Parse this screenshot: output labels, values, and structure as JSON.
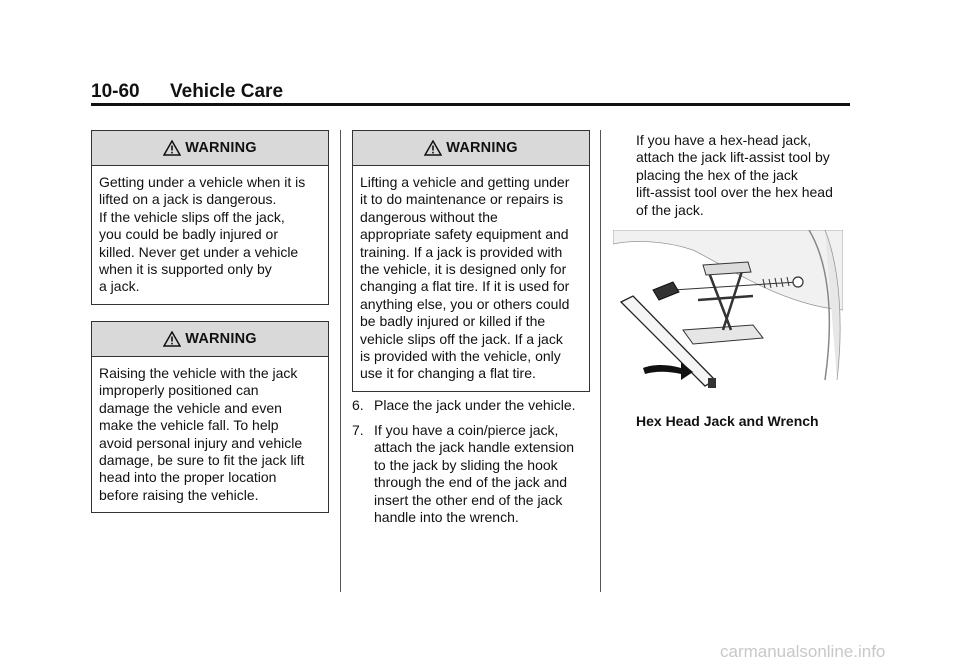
{
  "header": {
    "page_number": "10-60",
    "section_title": "Vehicle Care"
  },
  "warnings": [
    {
      "label": "WARNING",
      "lines": [
        "Getting under a vehicle when it is",
        "lifted on a jack is dangerous.",
        "If the vehicle slips off the jack,",
        "you could be badly injured or",
        "killed. Never get under a vehicle",
        "when it is supported only by",
        "a jack."
      ]
    },
    {
      "label": "WARNING",
      "lines": [
        "Raising the vehicle with the jack",
        "improperly positioned can",
        "damage the vehicle and even",
        "make the vehicle fall. To help",
        "avoid personal injury and vehicle",
        "damage, be sure to fit the jack lift",
        "head into the proper location",
        "before raising the vehicle."
      ]
    },
    {
      "label": "WARNING",
      "lines": [
        "Lifting a vehicle and getting under",
        "it to do maintenance or repairs is",
        "dangerous without the",
        "appropriate safety equipment and",
        "training. If a jack is provided with",
        "the vehicle, it is designed only for",
        "changing a flat tire. If it is used for",
        "anything else, you or others could",
        "be badly injured or killed if the",
        "vehicle slips off the jack. If a jack",
        "is provided with the vehicle, only",
        "use it for changing a flat tire."
      ]
    }
  ],
  "steps": [
    {
      "number": "6.",
      "lines": [
        "Place the jack under the vehicle."
      ]
    },
    {
      "number": "7.",
      "lines": [
        "If you have a coin/pierce jack,",
        "attach the jack handle extension",
        "to the jack by sliding the hook",
        "through the end of the jack and",
        "insert the other end of the jack",
        "handle into the wrench."
      ]
    }
  ],
  "hex_paragraph": {
    "lines": [
      "If you have a hex-head jack,",
      "attach the jack lift-assist tool by",
      "placing the hex of the jack",
      "lift-assist tool over the hex head",
      "of the jack."
    ]
  },
  "figure": {
    "caption": "Hex Head Jack and Wrench"
  },
  "watermark": "carmanualsonline.info",
  "icons": {
    "warning": "warning-triangle-icon"
  }
}
